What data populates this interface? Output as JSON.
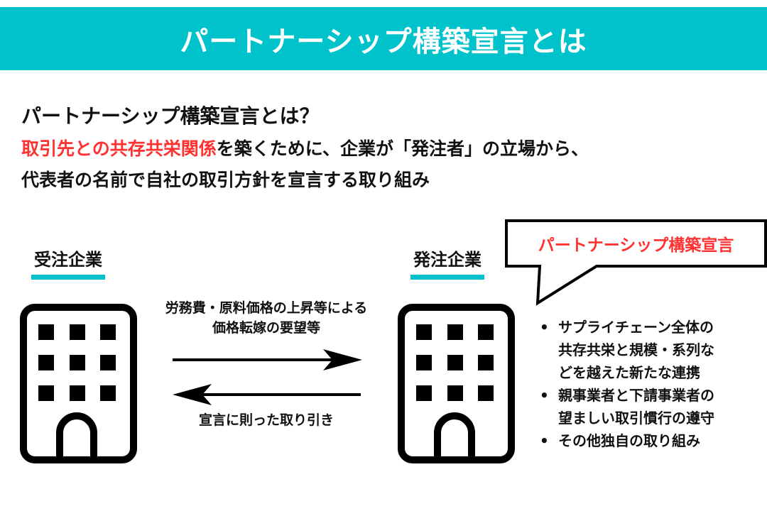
{
  "banner": {
    "title": "パートナーシップ構築宣言とは"
  },
  "intro": {
    "heading": "パートナーシップ構築宣言とは？",
    "line2_red": "取引先との共存共栄関係",
    "line2_rest": "を築くために、企業が「発注者」の立場から、",
    "line3": "代表者の名前で自社の取引方針を宣言する取り組み"
  },
  "diagram": {
    "left_label": "受注企業",
    "right_label": "発注企業",
    "arrow_right_text": [
      "労務費・原料価格の上昇等による",
      "価格転嫁の要望等"
    ],
    "arrow_left_text": "宣言に則った取り引き",
    "callout": "パートナーシップ構築宣言",
    "bullets": [
      [
        "サプライチェーン全体の",
        "共存共栄と規模・系列な",
        "どを越えた新たな連携"
      ],
      [
        "親事業者と下請事業者の",
        "望ましい取引慣行の遵守"
      ],
      [
        "その他独自の取り組み"
      ]
    ]
  },
  "colors": {
    "accent": "#00c2cb",
    "highlight": "#ff3131"
  }
}
